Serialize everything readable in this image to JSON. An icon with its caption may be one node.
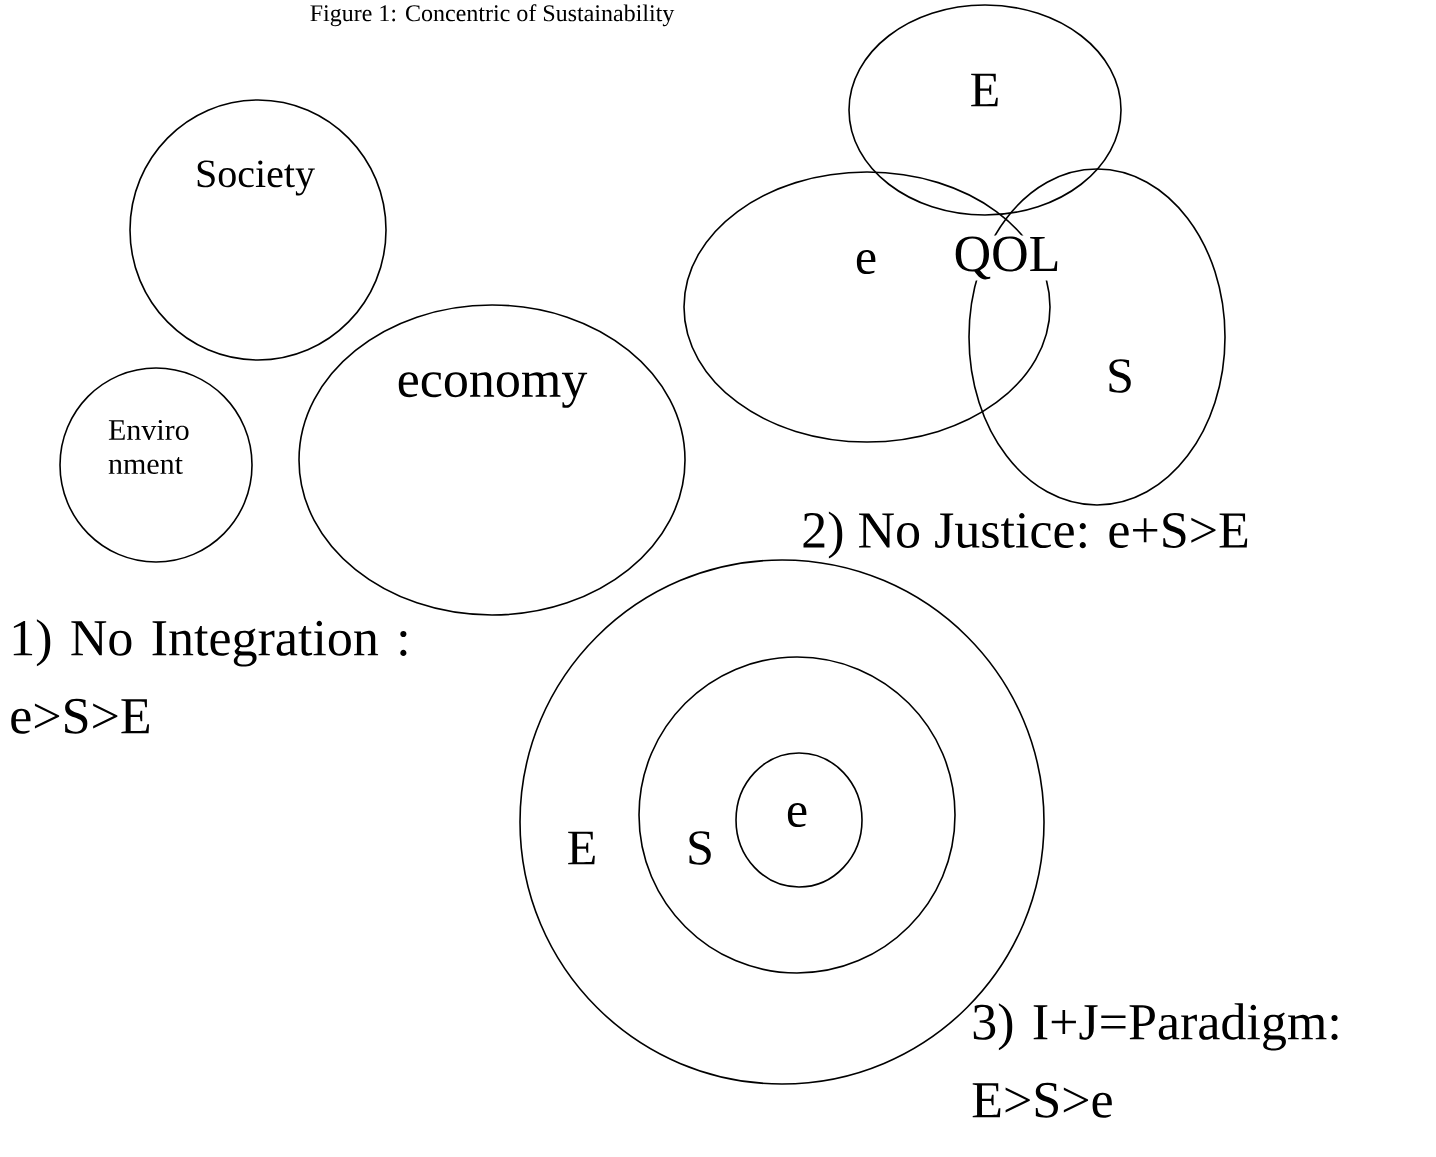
{
  "diagram": {
    "title": "Figure 1: Concentric of Sustainability",
    "nodes": [
      {
        "text": [
          "Society"
        ]
      },
      {
        "text": [
          "Enviro nment"
        ]
      },
      {
        "text": [
          "economy"
        ]
      },
      {
        "text": [
          "E"
        ]
      },
      {
        "text": [
          "e"
        ]
      },
      {
        "text": [
          "S"
        ]
      },
      {
        "text": [
          "E"
        ]
      },
      {
        "text": [
          "S"
        ],
        "in": 6
      },
      {
        "text": [
          "e"
        ],
        "in": 7
      }
    ],
    "labels": [
      "QOL",
      "2) No Justice: e+S>E",
      "1) No Integration : e>S>E",
      "3) I+J=Paradigm: E>S>e"
    ]
  }
}
